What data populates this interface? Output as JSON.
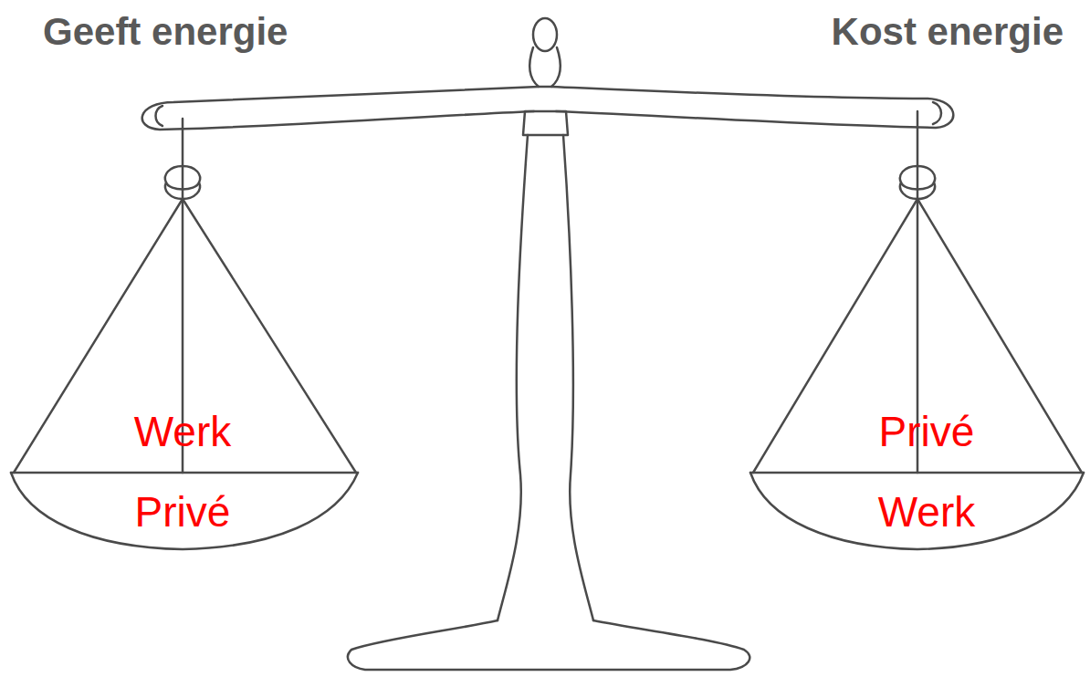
{
  "diagram": {
    "labels": [
      "Geeft energie",
      "Kost energie",
      "Werk",
      "Privé",
      "Privé",
      "Werk"
    ]
  }
}
